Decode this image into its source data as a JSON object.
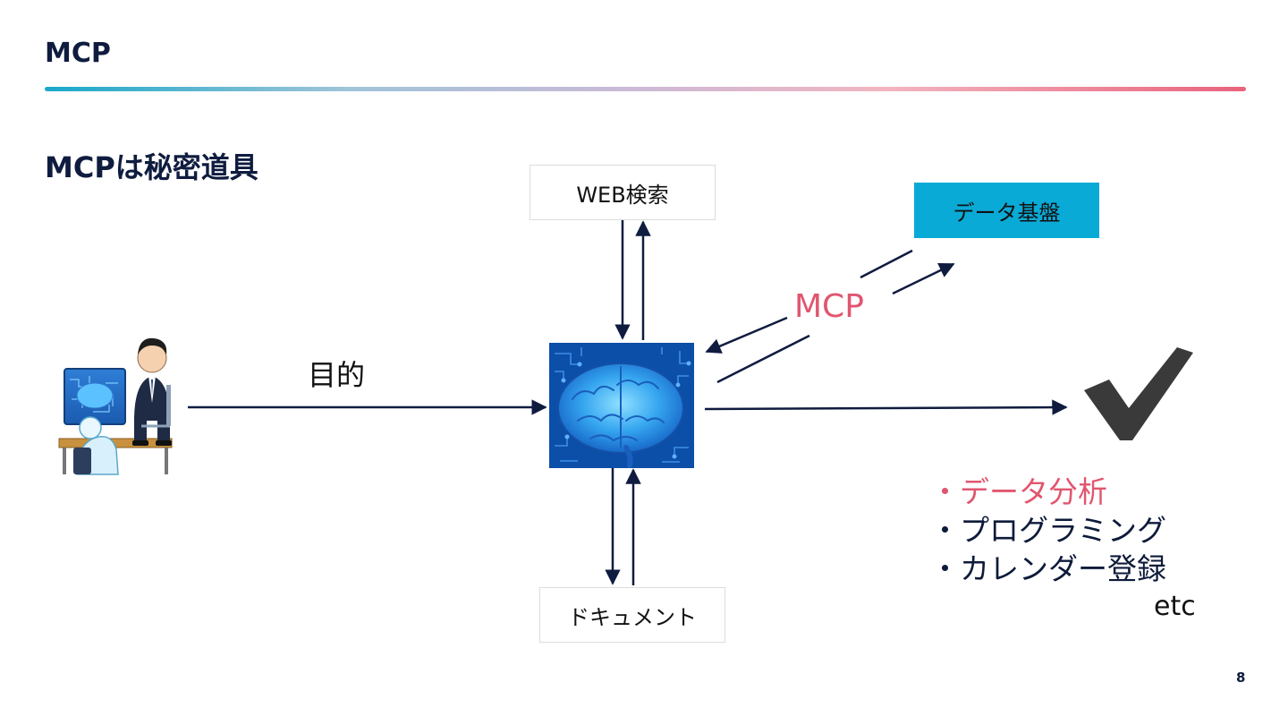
{
  "header": {
    "title": "MCP"
  },
  "subtitle": "MCPは秘密道具",
  "nodes": {
    "web_search": "WEB検索",
    "documents": "ドキュメント",
    "data_platform": "データ基盤"
  },
  "labels": {
    "purpose": "目的",
    "mcp": "MCP"
  },
  "features": [
    {
      "text": "・データ分析",
      "highlight": true
    },
    {
      "text": "・プログラミング",
      "highlight": false
    },
    {
      "text": "・カレンダー登録",
      "highlight": false
    }
  ],
  "etc": "etc",
  "page_number": "8",
  "colors": {
    "navy": "#0f1c3f",
    "accent_pink": "#e0566f",
    "cyan": "#0aaad6"
  }
}
